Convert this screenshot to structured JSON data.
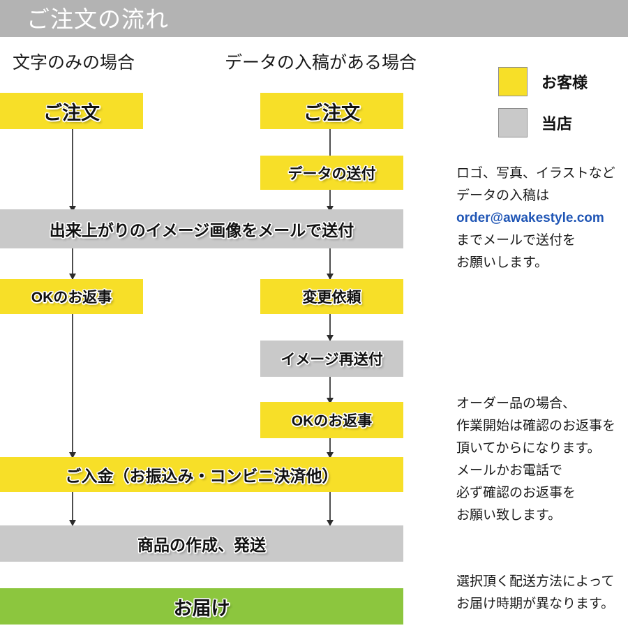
{
  "header": {
    "title": "ご注文の流れ",
    "bg_color": "#b3b3b3",
    "text_color": "#ffffff"
  },
  "columns": {
    "left_caption": "文字のみの場合",
    "right_caption": "データの入稿がある場合"
  },
  "legend": {
    "items": [
      {
        "swatch": "yellow",
        "color": "#f7df28",
        "label": "お客様"
      },
      {
        "swatch": "gray",
        "color": "#c9c9c9",
        "label": "当店"
      }
    ]
  },
  "flow": {
    "left": [
      {
        "label": "ご注文",
        "type": "yellow"
      },
      {
        "label": "OKのお返事",
        "type": "yellow"
      }
    ],
    "right": [
      {
        "label": "ご注文",
        "type": "yellow"
      },
      {
        "label": "データの送付",
        "type": "yellow"
      },
      {
        "label": "変更依頼",
        "type": "yellow"
      },
      {
        "label": "イメージ再送付",
        "type": "gray"
      },
      {
        "label": "OKのお返事",
        "type": "yellow"
      }
    ],
    "full_width": [
      {
        "label": "出来上がりのイメージ画像をメールで送付",
        "type": "gray"
      },
      {
        "label": "ご入金（お振込み・コンビニ決済他）",
        "type": "yellow"
      },
      {
        "label": "商品の作成、発送",
        "type": "gray"
      },
      {
        "label": "お届け",
        "type": "green"
      }
    ]
  },
  "notes": {
    "data_submission": [
      "ロゴ、写真、イラストなど",
      "データの入稿は",
      "order@awakestyle.com",
      "までメールで送付を",
      "お願いします。"
    ],
    "email_address": "order@awakestyle.com",
    "order_confirmation": [
      "オーダー品の場合、",
      "作業開始は確認のお返事を",
      "頂いてからになります。",
      "メールかお電話で",
      "必ず確認のお返事を",
      "お願い致します。"
    ],
    "shipping": [
      "選択頂く配送方法によって",
      "お届け時期が異なります。"
    ]
  },
  "colors": {
    "customer": "#f7df28",
    "store": "#c9c9c9",
    "delivery": "#8cc63e",
    "link": "#1f55b5",
    "header": "#b3b3b3"
  }
}
